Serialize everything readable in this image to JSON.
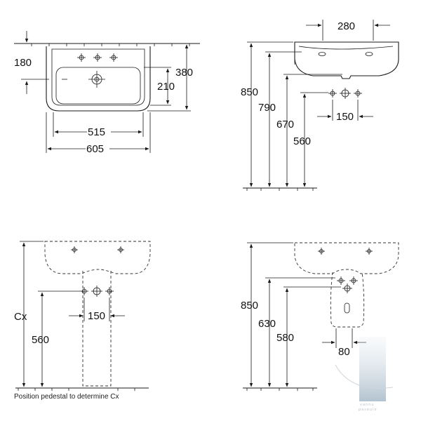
{
  "views": {
    "top": {
      "d_180": "180",
      "d_380": "380",
      "d_210": "210",
      "d_515": "515",
      "d_605": "605"
    },
    "side": {
      "d_280": "280",
      "d_850": "850",
      "d_790": "790",
      "d_670": "670",
      "d_560": "560",
      "d_150": "150"
    },
    "front_pedestal": {
      "d_cx": "Cx",
      "d_560": "560",
      "d_150": "150",
      "note": "Position pedestal to determine Cx"
    },
    "side_pedestal": {
      "d_850": "850",
      "d_630": "630",
      "d_580": "580",
      "d_80": "80"
    }
  },
  "watermark": {
    "line1": "vannu",
    "line2": "paseule"
  }
}
